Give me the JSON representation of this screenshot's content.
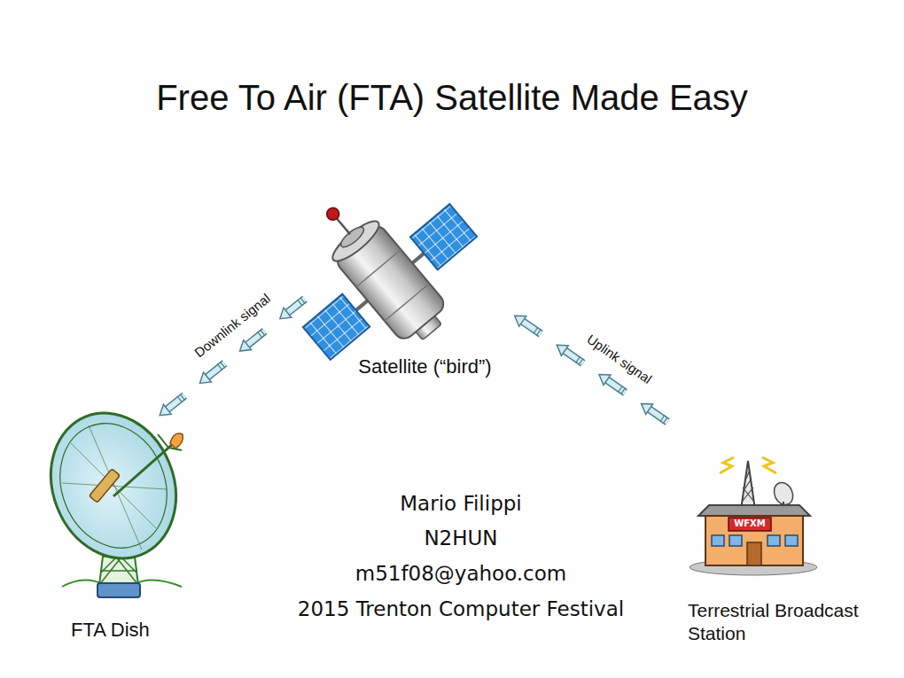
{
  "diagram": {
    "title": "Free To Air (FTA) Satellite Made Easy",
    "nodes": [
      {
        "text": [
          "Satellite (“bird”)"
        ]
      },
      {
        "text": [
          "FTA Dish"
        ]
      },
      {
        "text": [
          "Terrestrial Broadcast Station"
        ]
      }
    ],
    "edges": [
      {
        "from": 2,
        "to": 0,
        "arrow": "to",
        "label": "Uplink signal"
      },
      {
        "from": 0,
        "to": 1,
        "arrow": "to",
        "label": "Downlink signal"
      }
    ],
    "labels": [
      "Mario Filippi",
      "N2HUN",
      "m51f08@yahoo.com",
      "2015 Trenton Computer Festival",
      "WFXM"
    ]
  }
}
